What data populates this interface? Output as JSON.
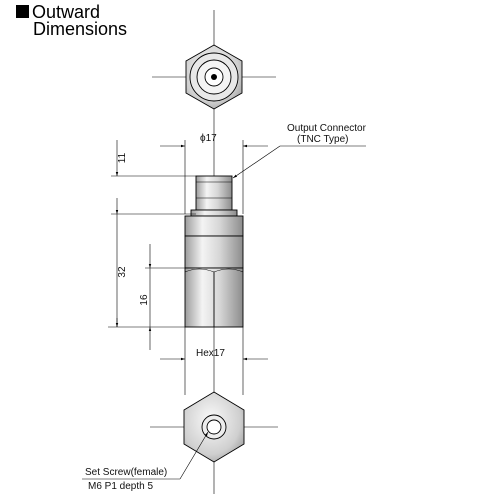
{
  "title": {
    "line1": "Outward",
    "line2": "Dimensions"
  },
  "dimensions": {
    "diameter": "ϕ17",
    "connector_height": "11",
    "total_height": "32",
    "hex_height": "16",
    "hex_size": "Hex17"
  },
  "callouts": {
    "output_connector_line1": "Output Connector",
    "output_connector_line2": "(TNC Type)",
    "set_screw_line1": "Set Screw(female)",
    "set_screw_line2": "M6 P1 depth 5"
  }
}
